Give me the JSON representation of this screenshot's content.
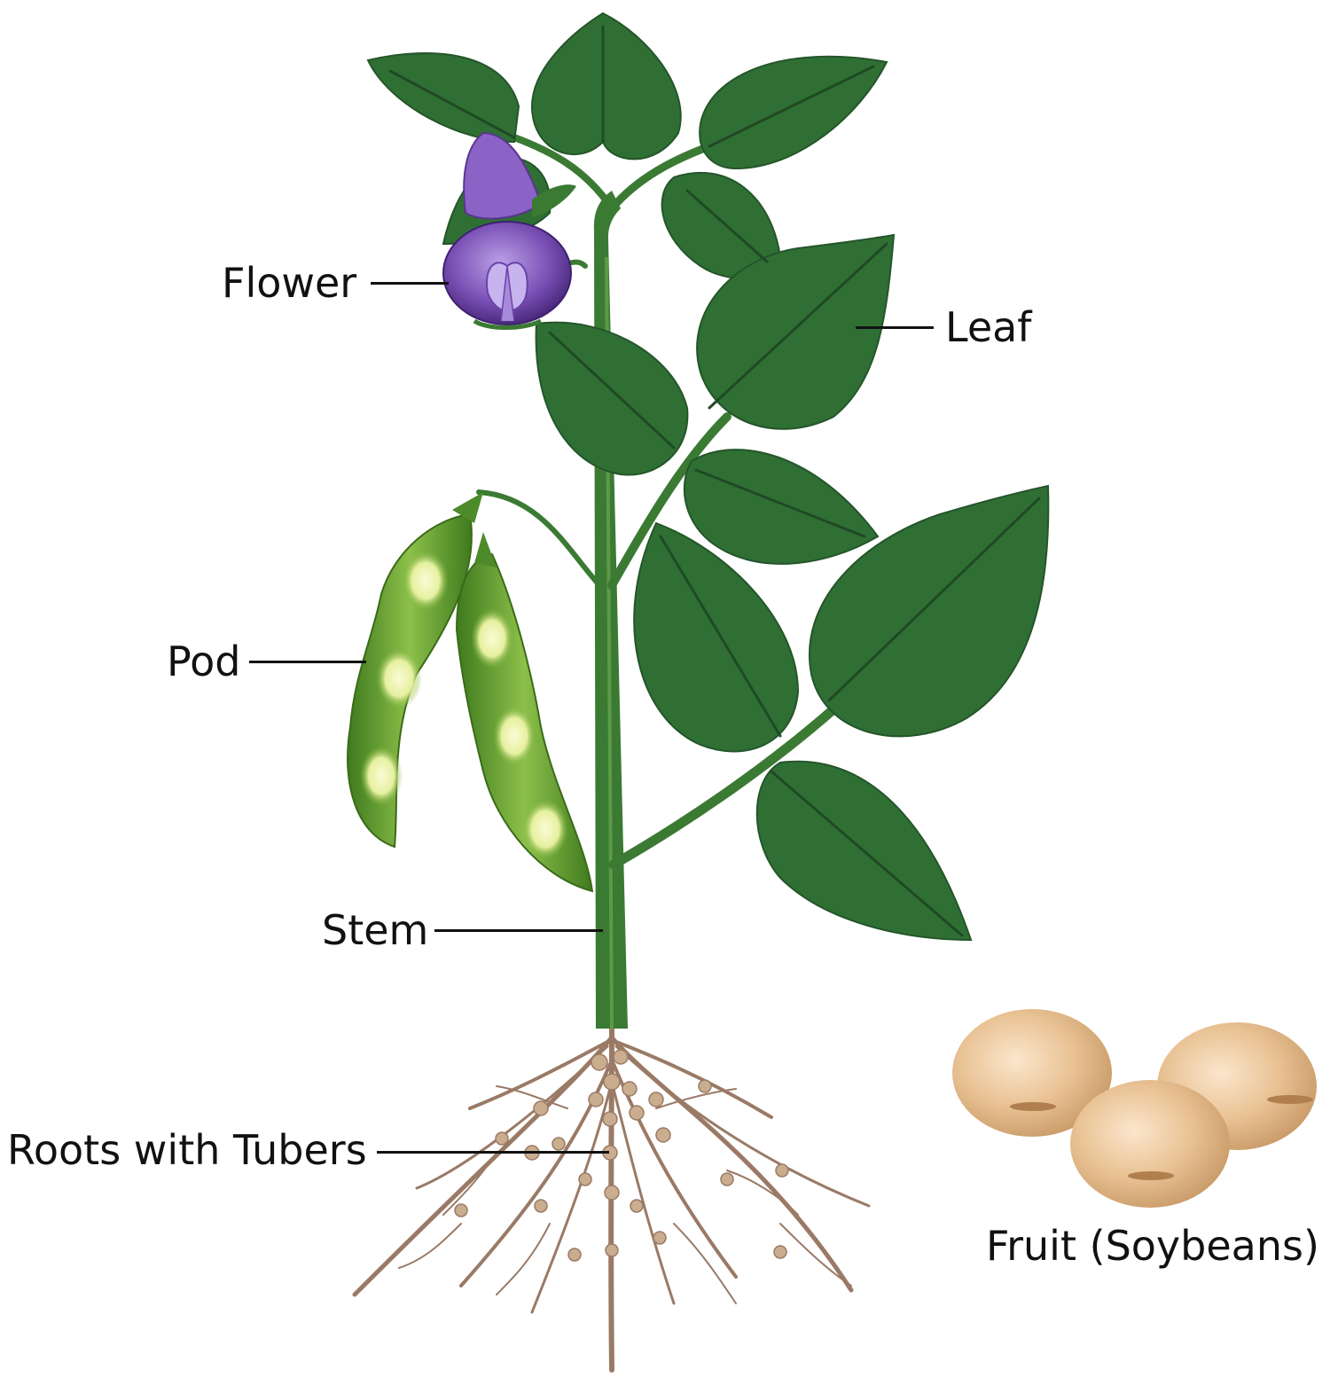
{
  "labels": {
    "flower": "Flower",
    "leaf": "Leaf",
    "pod": "Pod",
    "stem": "Stem",
    "roots": "Roots with Tubers",
    "fruit": "Fruit (Soybeans)"
  },
  "colors": {
    "leaf": "#2f6f34",
    "leaf_light": "#3f8a42",
    "stem": "#3b7a33",
    "flower": "#7a4fb5",
    "pod": "#5d9a2a",
    "pod_highlight": "#f2f3b8",
    "root": "#9a7a66",
    "soybean": "#e2b98a"
  }
}
